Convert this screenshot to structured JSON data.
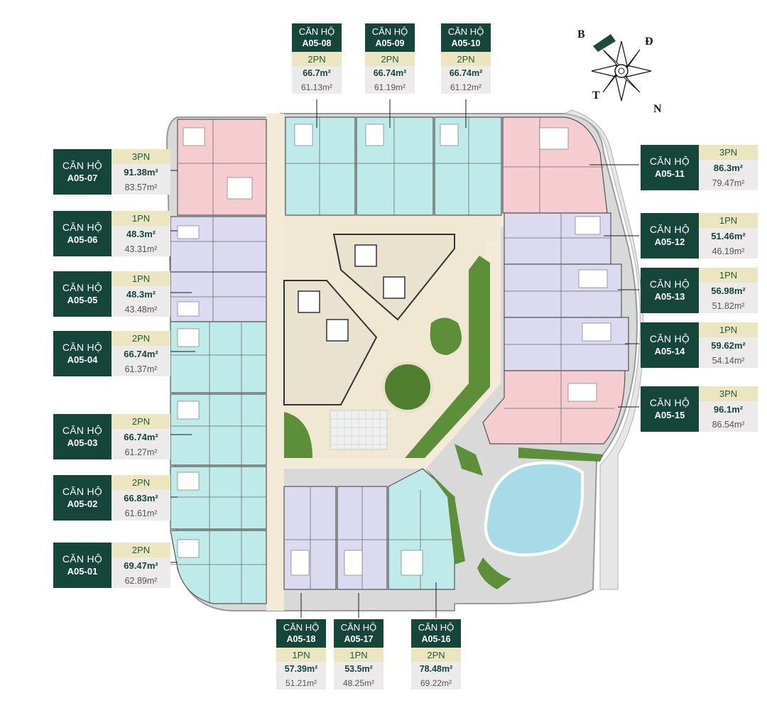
{
  "compass": {
    "north": "B",
    "east": "Đ",
    "south": "N",
    "west": "T"
  },
  "units": [
    {
      "id": "A05-01",
      "line1": "CĂN HỘ",
      "code": "A05-01",
      "type": "2PN",
      "gross": "69.47m²",
      "net": "62.89m²"
    },
    {
      "id": "A05-02",
      "line1": "CĂN HỘ",
      "code": "A05-02",
      "type": "2PN",
      "gross": "66.83m²",
      "net": "61.61m²"
    },
    {
      "id": "A05-03",
      "line1": "CĂN HỘ",
      "code": "A05-03",
      "type": "2PN",
      "gross": "66.74m²",
      "net": "61.27m²"
    },
    {
      "id": "A05-04",
      "line1": "CĂN HỘ",
      "code": "A05-04",
      "type": "2PN",
      "gross": "66.74m²",
      "net": "61.37m²"
    },
    {
      "id": "A05-05",
      "line1": "CĂN HỘ",
      "code": "A05-05",
      "type": "1PN",
      "gross": "48.3m²",
      "net": "43.48m²"
    },
    {
      "id": "A05-06",
      "line1": "CĂN HỘ",
      "code": "A05-06",
      "type": "1PN",
      "gross": "48.3m²",
      "net": "43.31m²"
    },
    {
      "id": "A05-07",
      "line1": "CĂN HỘ",
      "code": "A05-07",
      "type": "3PN",
      "gross": "91.38m²",
      "net": "83.57m²"
    },
    {
      "id": "A05-08",
      "line1": "CĂN HỘ",
      "code": "A05-08",
      "type": "2PN",
      "gross": "66.7m²",
      "net": "61.13m²"
    },
    {
      "id": "A05-09",
      "line1": "CĂN HỘ",
      "code": "A05-09",
      "type": "2PN",
      "gross": "66.74m²",
      "net": "61.19m²"
    },
    {
      "id": "A05-10",
      "line1": "CĂN HỘ",
      "code": "A05-10",
      "type": "2PN",
      "gross": "66.74m²",
      "net": "61.12m²"
    },
    {
      "id": "A05-11",
      "line1": "CĂN HỘ",
      "code": "A05-11",
      "type": "3PN",
      "gross": "86.3m²",
      "net": "79.47m²"
    },
    {
      "id": "A05-12",
      "line1": "CĂN HỘ",
      "code": "A05-12",
      "type": "1PN",
      "gross": "51.46m²",
      "net": "46.19m²"
    },
    {
      "id": "A05-13",
      "line1": "CĂN HỘ",
      "code": "A05-13",
      "type": "1PN",
      "gross": "56.98m²",
      "net": "51.82m²"
    },
    {
      "id": "A05-14",
      "line1": "CĂN HỘ",
      "code": "A05-14",
      "type": "1PN",
      "gross": "59.62m²",
      "net": "54.14m²"
    },
    {
      "id": "A05-15",
      "line1": "CĂN HỘ",
      "code": "A05-15",
      "type": "3PN",
      "gross": "96.1m²",
      "net": "86.54m²"
    },
    {
      "id": "A05-16",
      "line1": "CĂN HỘ",
      "code": "A05-16",
      "type": "2PN",
      "gross": "78.48m²",
      "net": "69.22m²"
    },
    {
      "id": "A05-17",
      "line1": "CĂN HỘ",
      "code": "A05-17",
      "type": "1PN",
      "gross": "53.5m²",
      "net": "48.25m²"
    },
    {
      "id": "A05-18",
      "line1": "CĂN HỘ",
      "code": "A05-18",
      "type": "1PN",
      "gross": "57.39m²",
      "net": "51.21m²"
    }
  ],
  "colors": {
    "label_dark": "#16463a",
    "label_type": "#ece6c0",
    "label_area": "#eceaea",
    "unit_1pn": "#dcdaf0",
    "unit_2pn": "#bfeaea",
    "unit_3pn": "#f5cccf",
    "corridor": "#f3ead7",
    "garden": "#5d8e3a",
    "pool": "#a8dbe8"
  }
}
